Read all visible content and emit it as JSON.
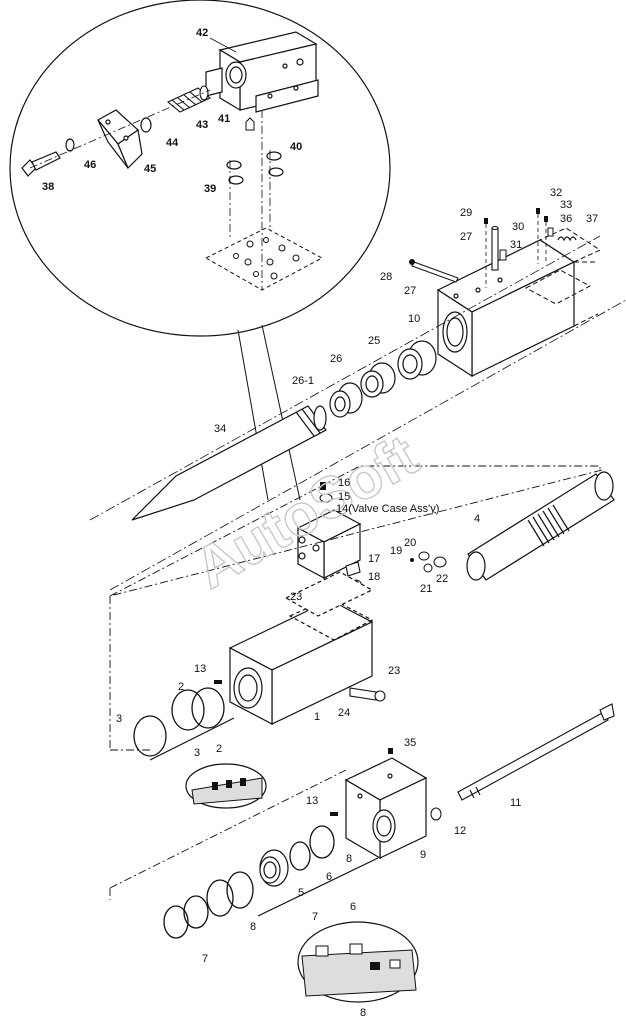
{
  "watermark": "AutoSoft",
  "labels": {
    "l42": "42",
    "l41": "41",
    "l43": "43",
    "l44": "44",
    "l46": "46",
    "l45": "45",
    "l38": "38",
    "l39": "39",
    "l40": "40",
    "l29": "29",
    "l30": "30",
    "l32": "32",
    "l33": "33",
    "l36": "36",
    "l37": "37",
    "l27a": "27",
    "l31": "31",
    "l28": "28",
    "l27b": "27",
    "l10": "10",
    "l25": "25",
    "l26": "26",
    "l26_1": "26-1",
    "l34": "34",
    "l16": "16",
    "l15": "15",
    "l14": "14(Valve Case Ass'y)",
    "l4": "4",
    "l17": "17",
    "l19": "19",
    "l20": "20",
    "l18": "18",
    "l21": "21",
    "l22": "22",
    "l23a": "23",
    "l13a": "13",
    "l2a": "2",
    "l23b": "23",
    "l24": "24",
    "l3a": "3",
    "l1": "1",
    "l3b": "3",
    "l2b": "2",
    "l35": "35",
    "l13b": "13",
    "l11": "11",
    "l12": "12",
    "l9": "9",
    "l8a": "8",
    "l6a": "6",
    "l5": "5",
    "l8b": "8",
    "l7a": "7",
    "l7b": "7",
    "l6b": "6",
    "l8c": "8"
  }
}
